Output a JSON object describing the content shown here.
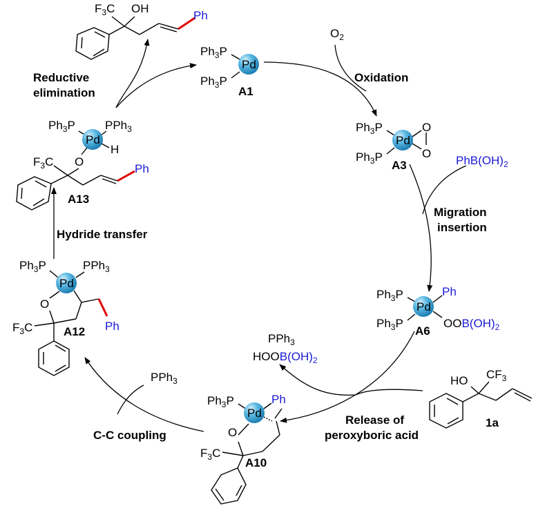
{
  "colors": {
    "accent_text": "#1a1ad6",
    "new_bond": "#e00000",
    "pd_sphere": "#3aa6d8"
  },
  "labels": {
    "reductive_elimination": [
      "Reductive",
      "elimination"
    ],
    "oxidation": "Oxidation",
    "migration_insertion": [
      "Migration",
      "insertion"
    ],
    "release_peroxyboric": [
      "Release of",
      "peroxyboric acid"
    ],
    "cc_coupling": "C-C coupling",
    "hydride_transfer": "Hydride transfer"
  },
  "species": {
    "product": {
      "cf3": "F",
      "cf3_sub": "3",
      "cf3_c": "C",
      "oh": "OH",
      "ph": "Ph"
    },
    "a1": {
      "name": "A1",
      "l1": "Ph",
      "l1_sub": "3",
      "l1_p": "P",
      "pd": "Pd"
    },
    "o2": {
      "o": "O",
      "sub": "2"
    },
    "a3": {
      "name": "A3",
      "o1": "O",
      "o2": "O"
    },
    "phboh2": {
      "text": "PhB(OH)",
      "sub": "2"
    },
    "a6": {
      "name": "A6",
      "ph": "Ph",
      "oo": "OO",
      "boh": "B(OH)",
      "sub": "2"
    },
    "sm_1a": {
      "name": "1a",
      "ho": "HO",
      "cf3": "CF",
      "sub": "3"
    },
    "byproducts": {
      "pph3": "PPh",
      "sub": "3",
      "hoo": "HOO",
      "boh": "B(OH)",
      "sub2": "2"
    },
    "a10": {
      "name": "A10",
      "ph": "Ph",
      "o": "O"
    },
    "pph3_free": {
      "text": "PPh",
      "sub": "3"
    },
    "a12": {
      "name": "A12",
      "o": "O",
      "ph": "Ph"
    },
    "a13": {
      "name": "A13",
      "h": "H",
      "o": "O",
      "ph": "Ph"
    }
  }
}
